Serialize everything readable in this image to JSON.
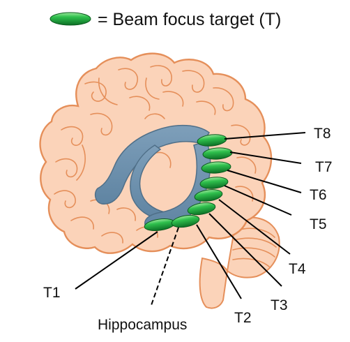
{
  "legend": {
    "text": "= Beam focus target (T)",
    "icon": "green-ellipse-target"
  },
  "structure_label": "Hippocampus",
  "targets": [
    {
      "id": "T1",
      "label": "T1"
    },
    {
      "id": "T2",
      "label": "T2"
    },
    {
      "id": "T3",
      "label": "T3"
    },
    {
      "id": "T4",
      "label": "T4"
    },
    {
      "id": "T5",
      "label": "T5"
    },
    {
      "id": "T6",
      "label": "T6"
    },
    {
      "id": "T7",
      "label": "T7"
    },
    {
      "id": "T8",
      "label": "T8"
    }
  ],
  "colors": {
    "brain_fill": "#fbd3b9",
    "brain_outline": "#e58f5a",
    "ventricle": "#6f93b0",
    "target_green": "#22b04b"
  }
}
